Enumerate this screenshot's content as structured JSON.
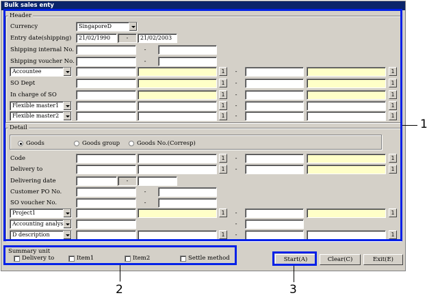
{
  "window": {
    "title": "Bulk sales enty"
  },
  "header_group": {
    "title": "Header",
    "currency": {
      "label": "Currency",
      "value": "SingaporeD"
    },
    "entry_date": {
      "label": "Entry date(shipping)",
      "from": "21/02/1990",
      "to": "21/02/2003"
    },
    "shipping_internal_no": {
      "label": "Shipping internal No."
    },
    "shipping_voucher_no": {
      "label": "Shipping voucher No."
    },
    "accountee": {
      "select": "Accountee"
    },
    "so_dept": {
      "label": "SO Dept"
    },
    "in_charge_of_so": {
      "label": "In charge of SO"
    },
    "flexible_master1": {
      "select": "Flexible master1"
    },
    "flexible_master2": {
      "select": "Flexible master2"
    }
  },
  "detail_group": {
    "title": "Detail",
    "radios": [
      {
        "label": "Goods",
        "checked": true
      },
      {
        "label": "Goods group",
        "checked": false
      },
      {
        "label": "Goods No.(Corresp)",
        "checked": false
      }
    ],
    "code": {
      "label": "Code"
    },
    "delivery_to": {
      "label": "Delivery to"
    },
    "delivering_date": {
      "label": "Delivering date"
    },
    "customer_po_no": {
      "label": "Customer PO No."
    },
    "so_voucher_no": {
      "label": "SO voucher No."
    },
    "project1": {
      "select": "Project1"
    },
    "accounting_analysis": {
      "select": "Accounting analysis cc"
    },
    "d_description": {
      "select": "D description"
    }
  },
  "summary_unit": {
    "title": "Summary unit",
    "items": [
      "Delivery to",
      "Item1",
      "Item2",
      "Settle method"
    ]
  },
  "buttons": {
    "start": "Start(A)",
    "clear": "Clear(C)",
    "exit": "Exit(E)"
  },
  "common": {
    "dash": "-",
    "range_btn": "1"
  },
  "callouts": {
    "one": "1",
    "two": "2",
    "three": "3"
  },
  "colors": {
    "highlight": "#0020e8",
    "title_bar": "#0a246a",
    "required_field": "#ffffc8"
  }
}
